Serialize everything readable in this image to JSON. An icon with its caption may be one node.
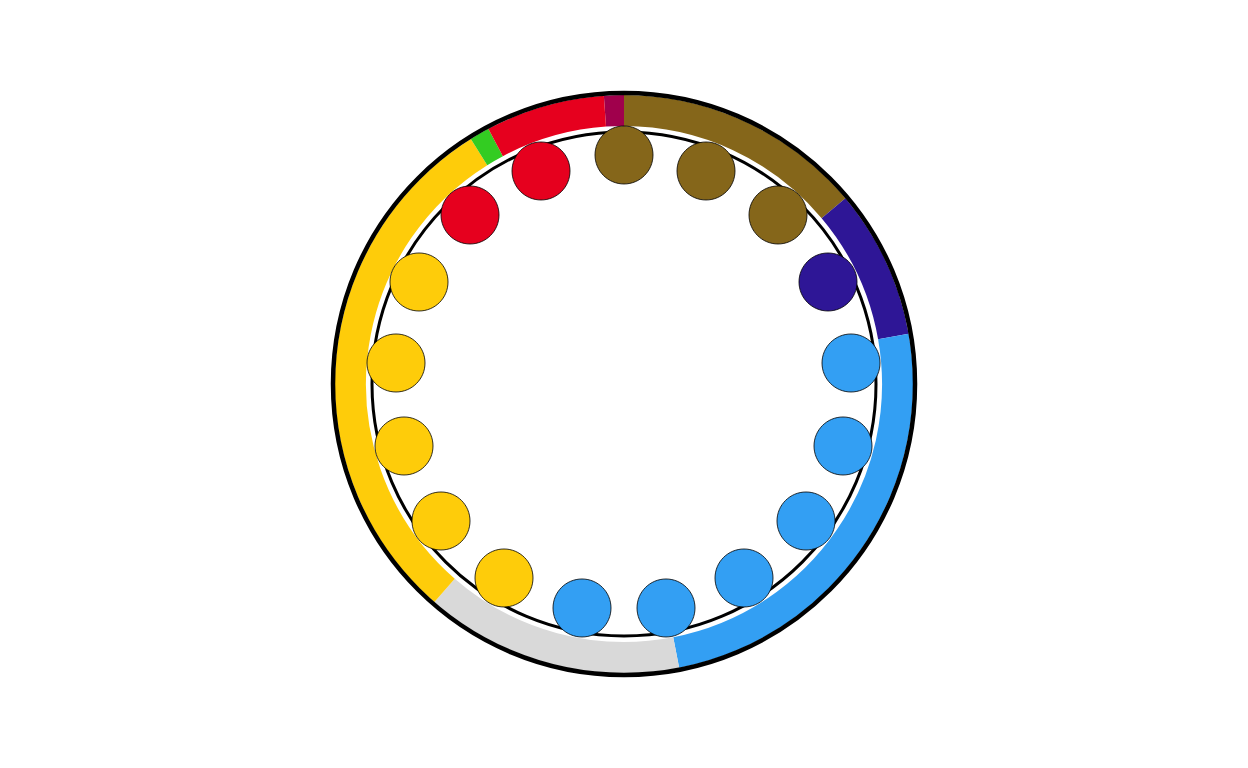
{
  "diagram": {
    "nodes": [
      {
        "text": [],
        "shape": "circle"
      },
      {
        "text": [],
        "shape": "circle"
      },
      {
        "text": [],
        "shape": "circle"
      },
      {
        "text": [],
        "shape": "circle"
      },
      {
        "text": [],
        "shape": "circle"
      },
      {
        "text": [],
        "shape": "circle"
      },
      {
        "text": [],
        "shape": "circle"
      },
      {
        "text": [],
        "shape": "circle"
      },
      {
        "text": [],
        "shape": "circle"
      },
      {
        "text": [],
        "shape": "circle"
      },
      {
        "text": [],
        "shape": "circle"
      },
      {
        "text": [],
        "shape": "circle"
      },
      {
        "text": [],
        "shape": "circle"
      },
      {
        "text": [],
        "shape": "circle"
      },
      {
        "text": [],
        "shape": "circle"
      },
      {
        "text": [],
        "shape": "circle"
      },
      {
        "text": [],
        "shape": "circle"
      }
    ]
  }
}
